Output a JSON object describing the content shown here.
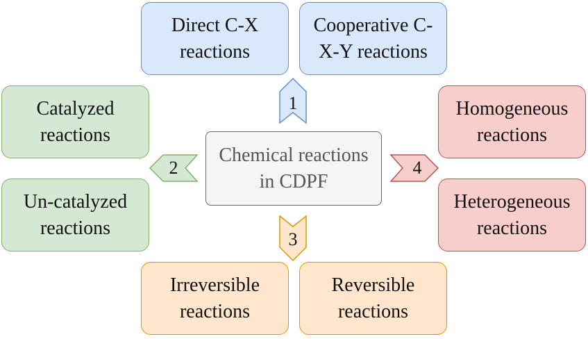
{
  "center": {
    "label_line1": "Chemical reactions",
    "label_line2": "in CDPF"
  },
  "top": {
    "arrow_number": "1",
    "left_box": {
      "line1": "Direct C-X",
      "line2": "reactions"
    },
    "right_box": {
      "line1": "Cooperative C-",
      "line2": "X-Y reactions"
    }
  },
  "left": {
    "arrow_number": "2",
    "top_box": {
      "line1": "Catalyzed",
      "line2": "reactions"
    },
    "bottom_box": {
      "line1": "Un-catalyzed",
      "line2": "reactions"
    }
  },
  "bottom": {
    "arrow_number": "3",
    "left_box": {
      "line1": "Irreversible",
      "line2": "reactions"
    },
    "right_box": {
      "line1": "Reversible",
      "line2": "reactions"
    }
  },
  "right": {
    "arrow_number": "4",
    "top_box": {
      "line1": "Homogeneous",
      "line2": "reactions"
    },
    "bottom_box": {
      "line1": "Heterogeneous",
      "line2": "reactions"
    }
  },
  "colors": {
    "blue_fill": "#dae8fc",
    "blue_stroke": "#6c8ebf",
    "green_fill": "#d5e8d4",
    "green_stroke": "#82b366",
    "red_fill": "#f8cecc",
    "red_stroke": "#b85450",
    "orange_fill": "#ffe6cc",
    "orange_stroke": "#d79b00",
    "center_fill": "#f5f5f5",
    "center_stroke": "#666666"
  }
}
